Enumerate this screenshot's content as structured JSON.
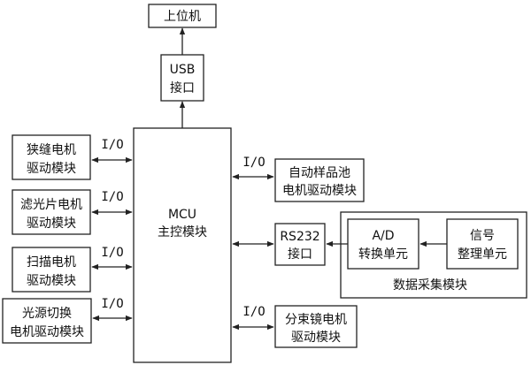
{
  "host": "上位机",
  "usb": [
    "USB",
    "接口"
  ],
  "mcu": [
    "MCU",
    "主控模块"
  ],
  "io_label": "I/O",
  "left_modules": [
    [
      "狭缝电机",
      "驱动模块"
    ],
    [
      "滤光片电机",
      "驱动模块"
    ],
    [
      "扫描电机",
      "驱动模块"
    ],
    [
      "光源切换",
      "电机驱动模块"
    ]
  ],
  "right_modules": {
    "sample_pool": [
      "自动样品池",
      "电机驱动模块"
    ],
    "rs232": [
      "RS232",
      "接口"
    ],
    "ad": [
      "A/D",
      "转换单元"
    ],
    "signal": [
      "信号",
      "整理单元"
    ],
    "daq_group": "数据采集模块",
    "beam_splitter": [
      "分束镜电机",
      "驱动模块"
    ]
  },
  "colors": {
    "line": "#222222",
    "text": "#111111",
    "background": "#ffffff"
  }
}
